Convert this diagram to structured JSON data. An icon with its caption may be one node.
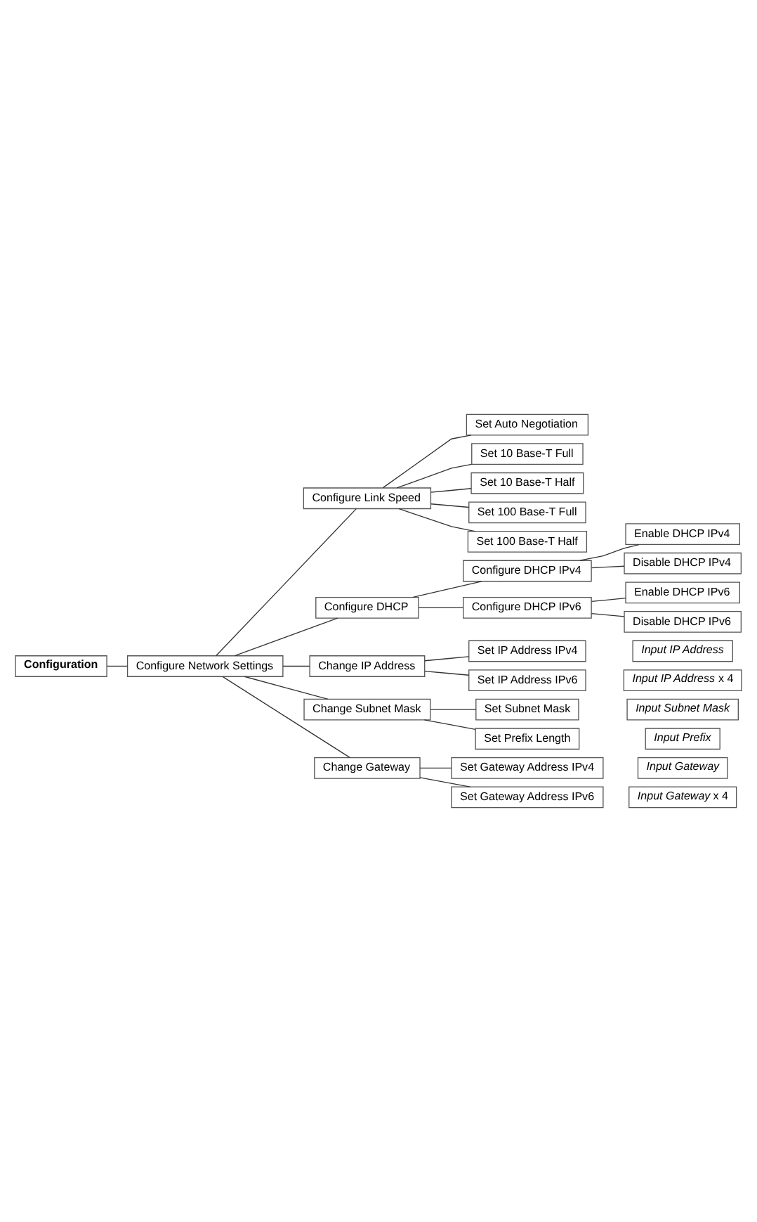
{
  "diagram": {
    "nodes": [
      {
        "text": [
          "Configuration"
        ]
      },
      {
        "text": [
          "Configure Network Settings"
        ]
      },
      {
        "text": [
          "Configure Link Speed"
        ]
      },
      {
        "text": [
          "Set Auto Negotiation"
        ]
      },
      {
        "text": [
          "Set 10 Base-T Full"
        ]
      },
      {
        "text": [
          "Set 10 Base-T Half"
        ]
      },
      {
        "text": [
          "Set 100 Base-T Full"
        ]
      },
      {
        "text": [
          "Set 100 Base-T Half"
        ]
      },
      {
        "text": [
          "Configure DHCP"
        ]
      },
      {
        "text": [
          "Configure DHCP IPv4"
        ]
      },
      {
        "text": [
          "Enable DHCP IPv4"
        ]
      },
      {
        "text": [
          "Disable DHCP IPv4"
        ]
      },
      {
        "text": [
          "Configure DHCP IPv6"
        ]
      },
      {
        "text": [
          "Enable DHCP IPv6"
        ]
      },
      {
        "text": [
          "Disable DHCP IPv6"
        ]
      },
      {
        "text": [
          "Change IP Address"
        ]
      },
      {
        "text": [
          "Set IP Address IPv4"
        ]
      },
      {
        "text": [
          "Input IP Address"
        ]
      },
      {
        "text": [
          "Set IP Address IPv6"
        ]
      },
      {
        "text": [
          "*Input IP Address* x 4"
        ]
      },
      {
        "text": [
          "Change Subnet Mask"
        ]
      },
      {
        "text": [
          "Set Subnet Mask"
        ]
      },
      {
        "text": [
          "Input Subnet Mask"
        ]
      },
      {
        "text": [
          "Set Prefix Length"
        ]
      },
      {
        "text": [
          "Input Prefix"
        ]
      },
      {
        "text": [
          "Change Gateway"
        ]
      },
      {
        "text": [
          "Set Gateway Address IPv4"
        ]
      },
      {
        "text": [
          "Input Gateway"
        ]
      },
      {
        "text": [
          "Set Gateway Address IPv6"
        ]
      },
      {
        "text": [
          "*Input Gateway* x 4"
        ]
      }
    ],
    "edges": [
      {
        "from": 0,
        "to": 1,
        "arrow": "none"
      },
      {
        "from": 1,
        "to": 2,
        "arrow": "none"
      },
      {
        "from": 2,
        "to": 3,
        "arrow": "none"
      },
      {
        "from": 2,
        "to": 4,
        "arrow": "none"
      },
      {
        "from": 2,
        "to": 5,
        "arrow": "none"
      },
      {
        "from": 2,
        "to": 6,
        "arrow": "none"
      },
      {
        "from": 2,
        "to": 7,
        "arrow": "none"
      },
      {
        "from": 1,
        "to": 8,
        "arrow": "none"
      },
      {
        "from": 8,
        "to": 9,
        "arrow": "none"
      },
      {
        "from": 9,
        "to": 10,
        "arrow": "none"
      },
      {
        "from": 9,
        "to": 11,
        "arrow": "none"
      },
      {
        "from": 8,
        "to": 12,
        "arrow": "none"
      },
      {
        "from": 12,
        "to": 13,
        "arrow": "none"
      },
      {
        "from": 12,
        "to": 14,
        "arrow": "none"
      },
      {
        "from": 1,
        "to": 15,
        "arrow": "none"
      },
      {
        "from": 15,
        "to": 16,
        "arrow": "none"
      },
      {
        "from": 15,
        "to": 18,
        "arrow": "none"
      },
      {
        "from": 1,
        "to": 20,
        "arrow": "none"
      },
      {
        "from": 20,
        "to": 21,
        "arrow": "none"
      },
      {
        "from": 20,
        "to": 23,
        "arrow": "none"
      },
      {
        "from": 1,
        "to": 25,
        "arrow": "none"
      },
      {
        "from": 25,
        "to": 26,
        "arrow": "none"
      },
      {
        "from": 25,
        "to": 28,
        "arrow": "none"
      }
    ]
  }
}
